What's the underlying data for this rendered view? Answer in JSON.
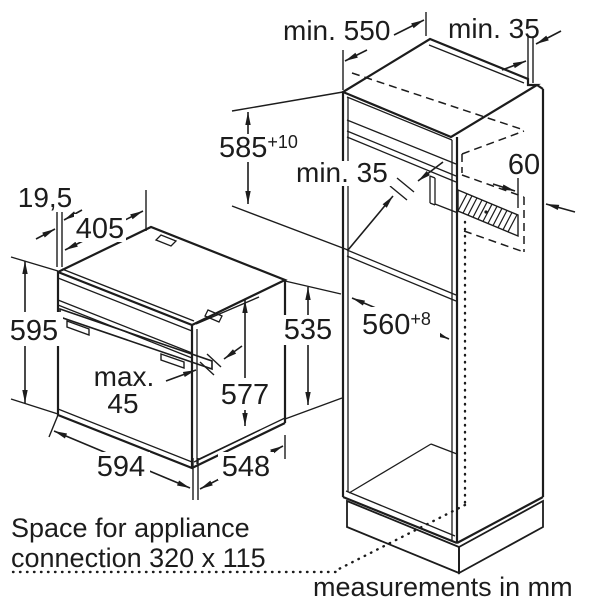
{
  "diagram_title": "oven-installation-dimensions",
  "units_note": "measurements in mm",
  "connection_note": {
    "line1": "Space for appliance",
    "line2": "connection 320 x 115"
  },
  "cabinet": {
    "top_depth": "min. 550",
    "rear_top_gap": "min. 35",
    "niche_height": {
      "value": "585",
      "tolerance": "+10"
    },
    "shelf_rear_gap": "min. 35",
    "vent_depth": "60",
    "niche_width": {
      "value": "560",
      "tolerance": "+8"
    }
  },
  "oven": {
    "frame_overhang": "19,5",
    "top_depth": "405",
    "height": "595",
    "handle_protrusion": {
      "line1": "max.",
      "line2": "45"
    },
    "front_height": "577",
    "casing_height": "535",
    "width": "594",
    "casing_depth": "548"
  },
  "colors": {
    "line": "#1c1c1c",
    "background": "#ffffff"
  }
}
